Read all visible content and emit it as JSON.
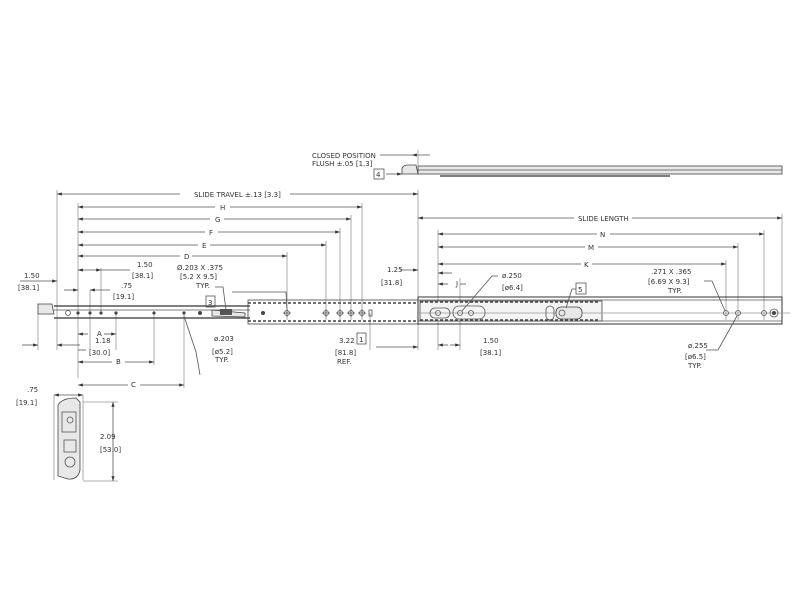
{
  "closed_position": {
    "line1": "CLOSED POSITION",
    "line2": "FLUSH ±.05 [1.3]",
    "balloon": "4"
  },
  "top_dims": {
    "slide_travel": "SLIDE TRAVEL ±.13 [3.3]",
    "H": "H",
    "G": "G",
    "F": "F",
    "E": "E",
    "D": "D",
    "slide_length": "SLIDE LENGTH",
    "N": "N",
    "M": "M",
    "K": "K"
  },
  "left_dims": {
    "d150_in": "1.50",
    "d150_mm": "[38.1]",
    "d150b_in": "1.50",
    "d150b_mm": "[38.1]",
    "d75_in": ".75",
    "d75_mm": "[19.1]",
    "A": "A",
    "d118_in": "1.18",
    "d118_mm": "[30.0]",
    "B": "B",
    "C": "C"
  },
  "callouts": {
    "slot_left_1": "Ø.203 X .375",
    "slot_left_2": "[5.2 X 9.5]",
    "slot_left_3": "TYP.",
    "hole_203_1": "ø.203",
    "hole_203_2": "[ø5.2]",
    "hole_203_3": "TYP.",
    "d322_in": "3.22",
    "d322_mm": "[81.8]",
    "d322_ref": "REF.",
    "d125_in": "1.25",
    "d125_mm": "[31.8]",
    "J": "J",
    "hole_250_1": "ø.250",
    "hole_250_2": "[ø6.4]",
    "d150c_in": "1.50",
    "d150c_mm": "[38.1]",
    "slot_right_1": ".271 X .365",
    "slot_right_2": "[6.69 X 9.3]",
    "slot_right_3": "TYP.",
    "hole_255_1": "ø.255",
    "hole_255_2": "[ø6.5]",
    "hole_255_3": "TYP."
  },
  "balloons": {
    "b_left": "3",
    "b_mid": "1",
    "b_right": "5"
  },
  "end_view": {
    "width_in": ".75",
    "width_mm": "[19.1]",
    "height_in": "2.09",
    "height_mm": "[53.0]"
  }
}
